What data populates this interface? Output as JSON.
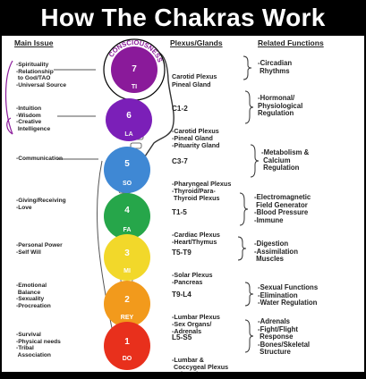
{
  "title": "How The Chakras Work",
  "headers": {
    "main_issue": "Main Issue",
    "plexus": "Plexus/Glands",
    "related": "Related Functions"
  },
  "crown_ring_text": "CONSCIOUSNESS",
  "chakras": [
    {
      "number": "7",
      "note": "TI",
      "color": "#8a1a9a",
      "main_issue": "-Spirituality\n-Relationship\n to God/TAO\n-Universal Source",
      "range": "",
      "plexus": "Carotid Plexus\nPineal Gland",
      "functions": "-Circadian\n Rhythms"
    },
    {
      "number": "6",
      "note": "LA",
      "color": "#7b1fb8",
      "main_issue": "-Intuition\n-Wisdom\n-Creative\n Intelligence",
      "range": "C1-2",
      "plexus": "-Carotid Plexus\n-Pineal Gland\n-Pituarity Gland",
      "functions": "-Hormonal/\nPhysiological\nRegulation"
    },
    {
      "number": "5",
      "note": "SO",
      "color": "#3f88d4",
      "main_issue": "-Communication",
      "range": "C3-7",
      "plexus": "-Pharyngeal Plexus\n-Thyroid/Para-\n Thyroid Plexus",
      "functions": "-Metabolism &\n Calcium\n Regulation"
    },
    {
      "number": "4",
      "note": "FA",
      "color": "#26a64a",
      "main_issue": "-Giving/Receiving\n-Love",
      "range": "T1-5",
      "plexus": "-Cardiac Plexus\n-Heart/Thymus",
      "functions": "-Electromagnetic\n Field Generator\n-Blood Pressure\n-Immune"
    },
    {
      "number": "3",
      "note": "MI",
      "color": "#f2d82a",
      "main_issue": "-Personal Power\n-Self Will",
      "range": "T5-T9",
      "plexus": "-Solar Plexus\n-Pancreas",
      "functions": "-Digestion\n-Assimilation\n Muscles"
    },
    {
      "number": "2",
      "note": "REY",
      "color": "#f29a1c",
      "main_issue": "-Emotional\n Balance\n-Sexuality\n-Procreation",
      "range": "T9-L4",
      "plexus": "-Lumbar Plexus\n-Sex Organs/\n-Adrenals",
      "functions": "-Sexual Functions\n-Elimination\n-Water Regulation"
    },
    {
      "number": "1",
      "note": "DO",
      "color": "#e8301c",
      "main_issue": "-Survival\n-Physical needs\n-Tribal\n Association",
      "range": "L5-S5",
      "plexus": "-Lumbar &\n Coccygeal Plexus\n-Adrenals",
      "functions": "-Adrenals\n-Fight/Flight\n Response\n-Bones/Skeletal\n Structure"
    }
  ]
}
